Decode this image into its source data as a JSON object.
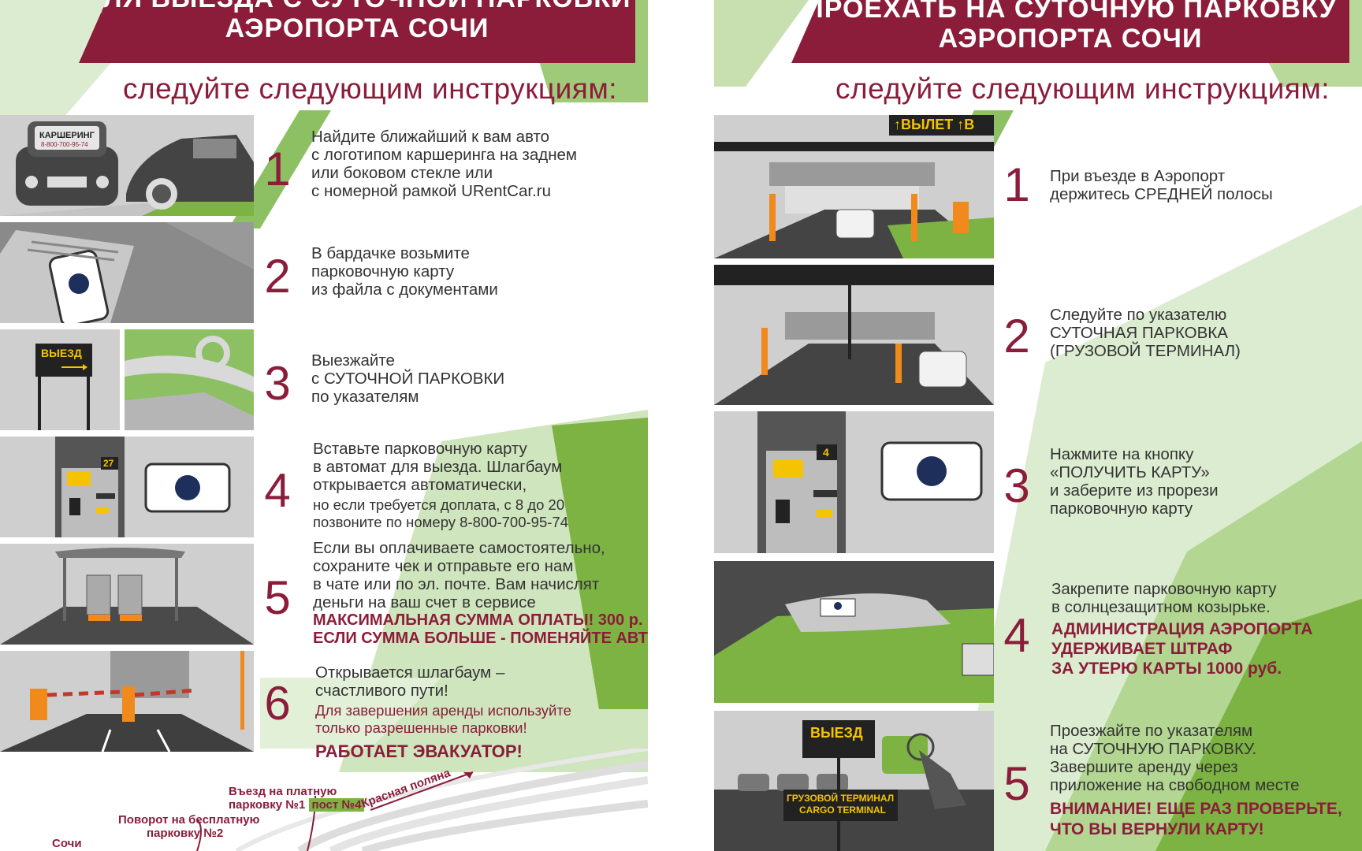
{
  "left": {
    "header_lines": [
      "ДЛЯ ВЫЕЗДА С СУТОЧНОЙ ПАРКОВКИ",
      "АЭРОПОРТА СОЧИ"
    ],
    "subtitle": "следуйте следующим инструкциям:",
    "steps": [
      {
        "num": "1",
        "lines": [
          "Найдите ближайший к вам авто",
          "с логотипом каршеринга на заднем",
          "или боковом стекле или",
          "с номерной рамкой URentCar.ru"
        ]
      },
      {
        "num": "2",
        "lines": [
          "В бардачке возьмите",
          "парковочную карту",
          "из файла с документами"
        ]
      },
      {
        "num": "3",
        "lines": [
          "Выезжайте",
          "с СУТОЧНОЙ ПАРКОВКИ",
          "по указателям"
        ]
      },
      {
        "num": "4",
        "lines": [
          "Вставьте парковочную карту",
          "в автомат для выезда. Шлагбаум",
          "открывается автоматически,"
        ],
        "small": [
          "но если требуется доплата, с 8 до 20",
          "позвоните по номеру 8-800-700-95-74"
        ]
      },
      {
        "num": "5",
        "lines": [
          "Если вы оплачиваете самостоятельно,",
          "сохраните чек и отправьте его нам",
          "в чате или по эл. почте. Вам начислят",
          "деньги на ваш счет в сервисе"
        ],
        "warn": [
          "МАКСИМАЛЬНАЯ СУММА ОПЛАТЫ! 300 р.",
          "ЕСЛИ СУММА БОЛЬШЕ - ПОМЕНЯЙТЕ АВТО"
        ]
      },
      {
        "num": "6",
        "lines": [
          "Открывается шлагбаум  –",
          "счастливого пути!"
        ],
        "warn_light": [
          "Для завершения аренды используйте",
          "только разрешенные парковки!"
        ],
        "warn_big": "РАБОТАЕТ ЭВАКУАТОР!"
      }
    ],
    "image_labels": {
      "carsharing": "КАРШЕРИНГ",
      "carsharing_phone": "8-800-700-95-74",
      "exit_sign": "ВЫЕЗД",
      "machine_number": "27"
    },
    "map": {
      "entry_paid": [
        "Въезд на платную",
        "парковку №1"
      ],
      "post": "пост №4",
      "turn_free": [
        "Поворот на бесплатную",
        "парковку №2"
      ],
      "sochi": "Сочи",
      "krasnaya": "Красная поляна"
    }
  },
  "right": {
    "header_lines": [
      "ПРОЕХАТЬ НА СУТОЧНУЮ ПАРКОВКУ",
      "АЭРОПОРТА СОЧИ"
    ],
    "subtitle": "следуйте следующим инструкциям:",
    "steps": [
      {
        "num": "1",
        "lines": [
          "При въезде в Аэропорт",
          "держитесь СРЕДНЕЙ полосы"
        ]
      },
      {
        "num": "2",
        "lines": [
          "Следуйте по указателю",
          "СУТОЧНАЯ ПАРКОВКА",
          "(ГРУЗОВОЙ ТЕРМИНАЛ)"
        ]
      },
      {
        "num": "3",
        "lines": [
          "Нажмите на кнопку",
          "«ПОЛУЧИТЬ КАРТУ»",
          "и заберите из прорези",
          "парковочную карту"
        ]
      },
      {
        "num": "4",
        "lines": [
          "Закрепите парковочную карту",
          "в солнцезащитном козырьке."
        ],
        "warn": [
          "АДМИНИСТРАЦИЯ АЭРОПОРТА",
          "УДЕРЖИВАЕТ ШТРАФ",
          "ЗА УТЕРЮ КАРТЫ 1000 руб."
        ]
      },
      {
        "num": "5",
        "lines": [
          "Проезжайте по указателям",
          "на СУТОЧНУЮ ПАРКОВКУ.",
          "Завершите аренду через",
          "приложение на свободном месте"
        ],
        "warn": [
          "ВНИМАНИЕ! ЕЩЕ РАЗ ПРОВЕРЬТЕ,",
          "ЧТО ВЫ ВЕРНУЛИ КАРТУ!"
        ]
      }
    ],
    "image_labels": {
      "departure": "↑ВЫЛЕТ  ↑В",
      "machine_number": "4",
      "exit_sign": "ВЫЕЗД",
      "cargo_ru": "ГРУЗОВОЙ ТЕРМИНАЛ",
      "cargo_en": "CARGO TERMINAL"
    }
  },
  "colors": {
    "brand": "#8b1d3a",
    "green": "#7cb342",
    "gray": "#c9c9c9",
    "dark": "#4a4a4a",
    "yellow": "#f5c400",
    "orange": "#f08a1c"
  }
}
